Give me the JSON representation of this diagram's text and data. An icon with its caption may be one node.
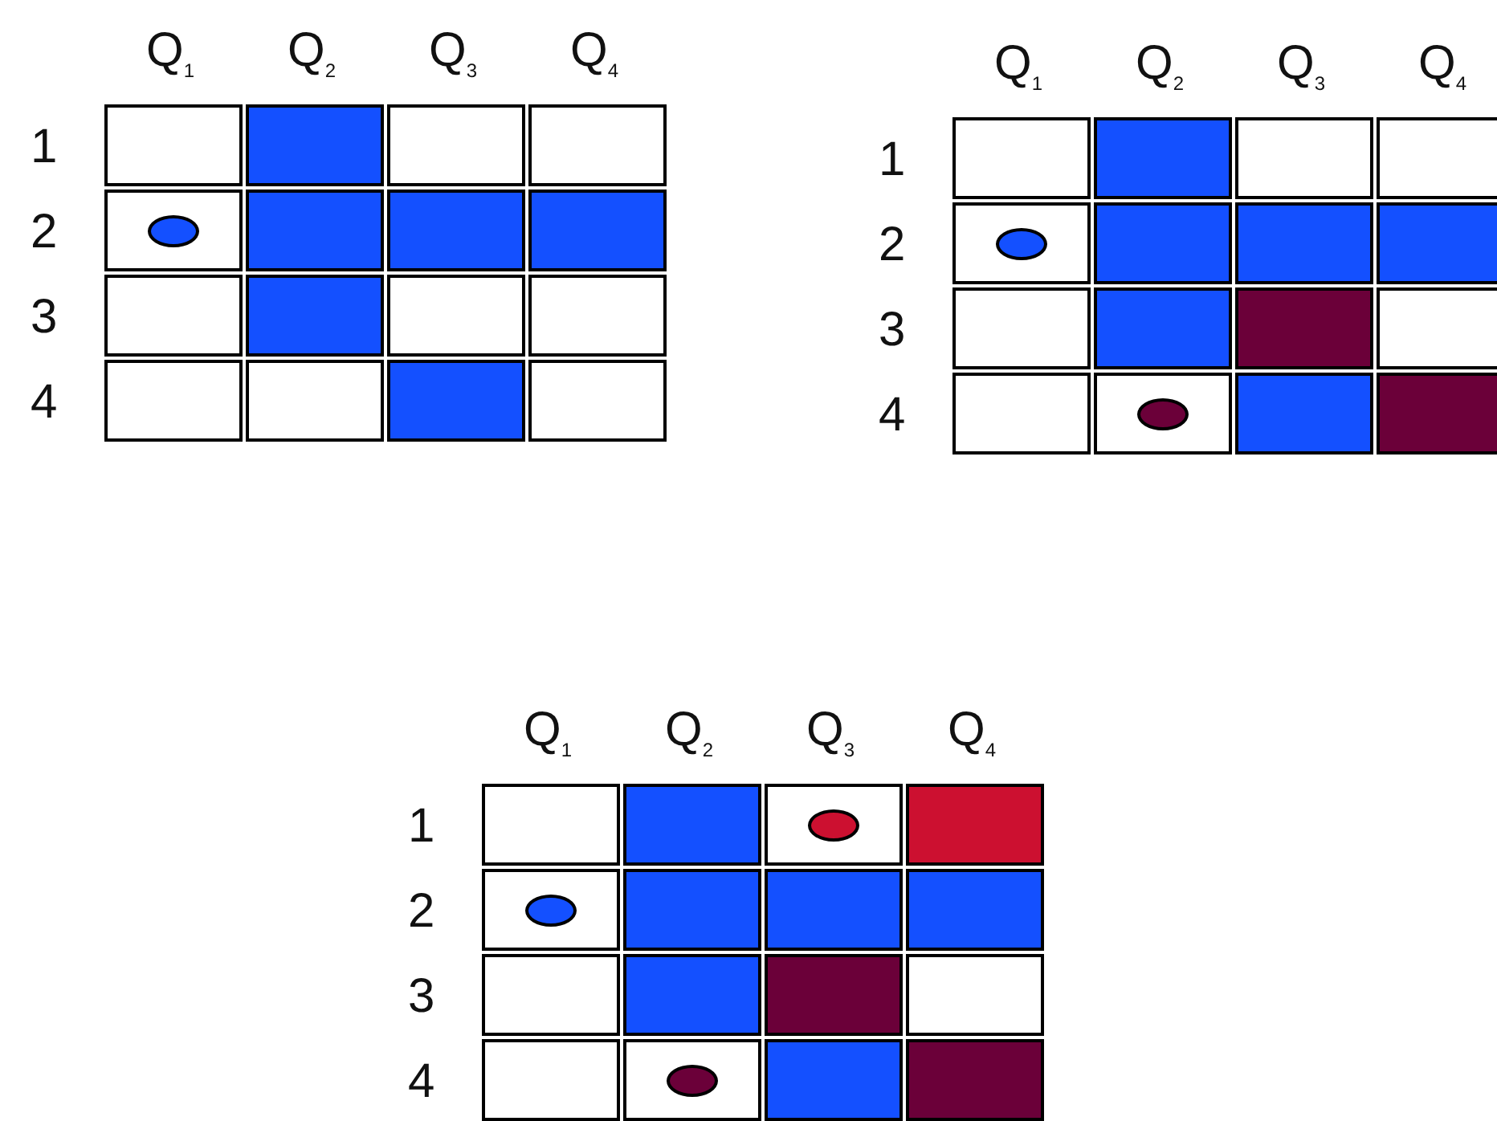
{
  "diagram": {
    "labels": [
      "Q$_{1}$",
      "Q$_{2}$",
      "Q$_{3}$",
      "Q$_{4}$",
      "1",
      "2",
      "3",
      "4",
      "Q$_{1}$",
      "Q$_{2}$",
      "Q$_{3}$",
      "Q$_{4}$",
      "1",
      "2",
      "3",
      "4",
      "Q$_{1}$",
      "Q$_{2}$",
      "Q$_{3}$",
      "Q$_{4}$",
      "1",
      "2",
      "3",
      "4"
    ]
  }
}
